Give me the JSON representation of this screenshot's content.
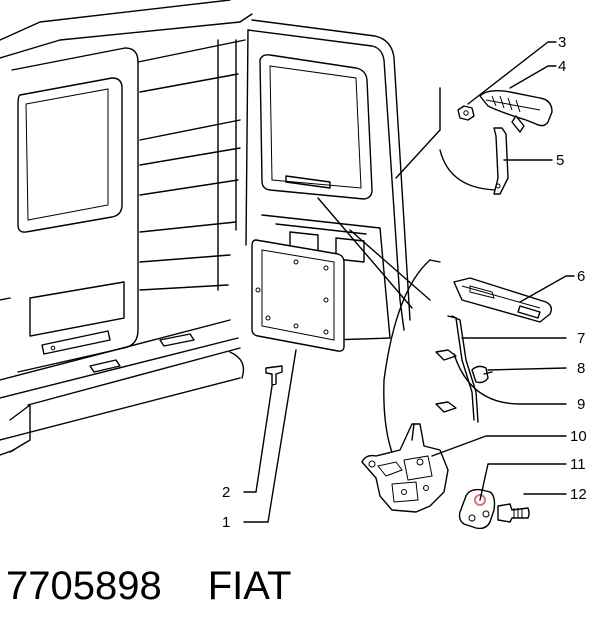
{
  "callouts": [
    {
      "id": "1",
      "label": "1"
    },
    {
      "id": "2",
      "label": "2"
    },
    {
      "id": "3",
      "label": "3"
    },
    {
      "id": "4",
      "label": "4"
    },
    {
      "id": "5",
      "label": "5"
    },
    {
      "id": "6",
      "label": "6"
    },
    {
      "id": "7",
      "label": "7"
    },
    {
      "id": "8",
      "label": "8"
    },
    {
      "id": "9",
      "label": "9"
    },
    {
      "id": "10",
      "label": "10"
    },
    {
      "id": "11",
      "label": "11"
    },
    {
      "id": "12",
      "label": "12"
    }
  ],
  "caption": {
    "part_number": "7705898",
    "brand": "FIAT"
  },
  "colors": {
    "line": "#000000",
    "background": "#ffffff",
    "highlight": "#e0707a"
  }
}
